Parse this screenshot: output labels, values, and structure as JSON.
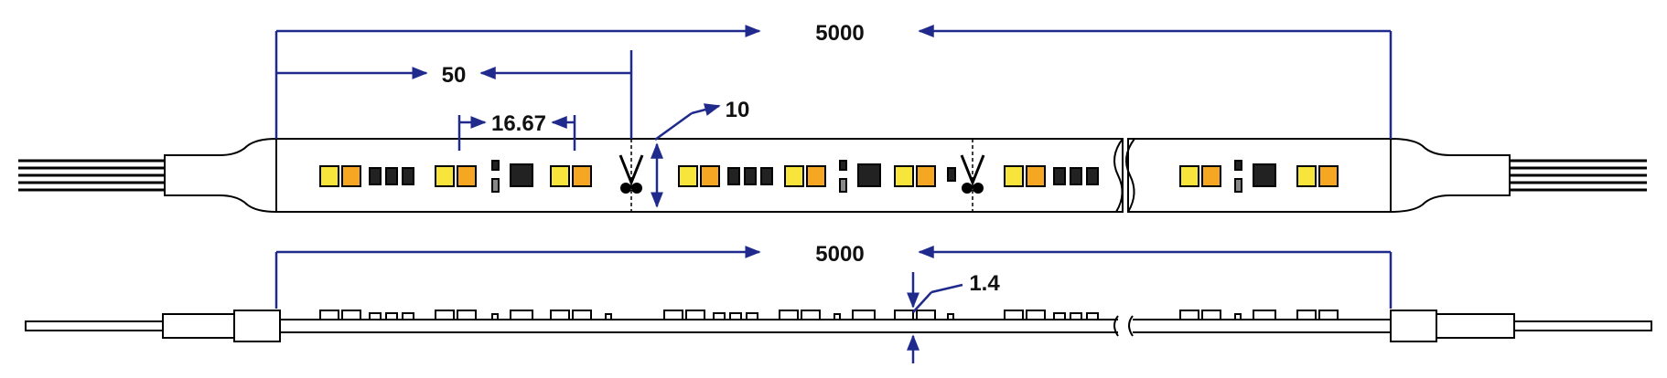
{
  "colors": {
    "dimension_line": "#1f2a8c",
    "outline": "#000000",
    "led_warm": "#f5a623",
    "led_yellow": "#f7e53b",
    "led_dark": "#222222",
    "chip_dark": "#2b2b2b",
    "text": "#111111"
  },
  "top_view": {
    "total_length": "5000",
    "cut_unit": "50",
    "led_pitch": "16.67",
    "width": "10",
    "icons": [
      "scissors-icon",
      "wire-leads-icon",
      "led-chip-icon",
      "ic-chip-icon"
    ]
  },
  "side_view": {
    "total_length": "5000",
    "thickness": "1.4"
  }
}
